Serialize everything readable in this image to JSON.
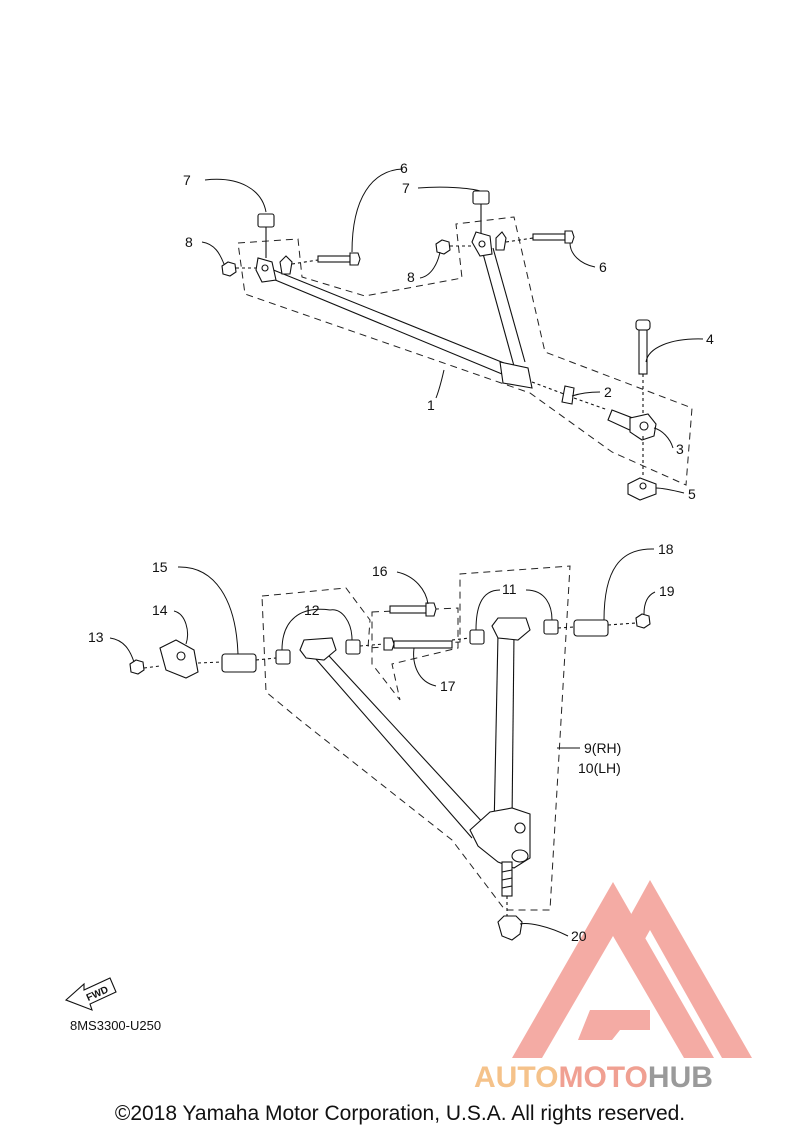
{
  "diagram": {
    "upper_arm_labels": {
      "p1": "1",
      "p2": "2",
      "p3": "3",
      "p4": "4",
      "p5": "5",
      "p6a": "6",
      "p6b": "6",
      "p7a": "7",
      "p7b": "7",
      "p8a": "8",
      "p8b": "8"
    },
    "lower_arm_labels": {
      "p9": "9(RH)",
      "p10": "10(LH)",
      "p11": "11",
      "p12": "12",
      "p13": "13",
      "p14": "14",
      "p15": "15",
      "p16": "16",
      "p17": "17",
      "p18": "18",
      "p19": "19",
      "p20": "20"
    },
    "fwd_label": "FWD",
    "reference_code": "8MS3300-U250"
  },
  "watermark": {
    "part1": "AUTO",
    "part2": "MOTO",
    "part3": "HUB",
    "colors": {
      "triangle": "#f3a39b",
      "auto": "#f5c28a",
      "moto": "#f0a092",
      "hub": "#9a9a9a"
    }
  },
  "copyright": "©2018 Yamaha Motor Corporation, U.S.A. All rights reserved."
}
